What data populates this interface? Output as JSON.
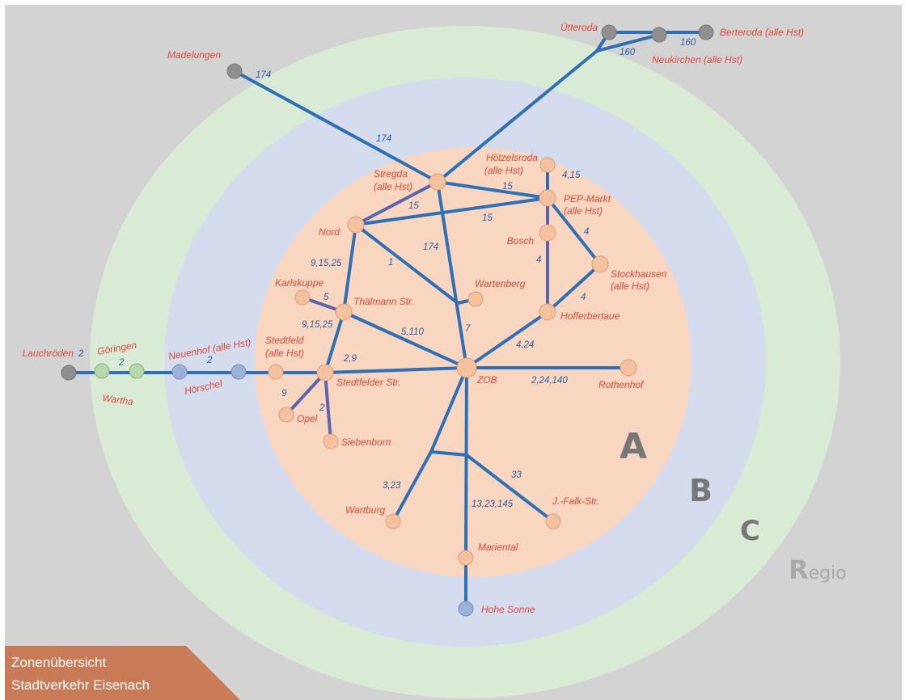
{
  "title": {
    "line1": "Zonenübersicht",
    "line2": "Stadtverkehr Eisenach",
    "color": "#c97b58"
  },
  "zones": [
    {
      "id": "A",
      "label": "A",
      "fill": "#f8d6bf"
    },
    {
      "id": "B",
      "label": "B",
      "fill": "#d4dcee"
    },
    {
      "id": "C",
      "label": "C",
      "fill": "#d9ebd4"
    },
    {
      "id": "Regio",
      "label_big": "R",
      "label_small": "egio",
      "fill": "#d3d3d3"
    }
  ],
  "station_colors": {
    "A": "#f5c19e",
    "B": "#9bb1d8",
    "C": "#b6d9ab",
    "Regio": "#8f8f8f"
  },
  "stations": {
    "madelungen": {
      "name": "Madelungen",
      "zone": "Regio"
    },
    "utteroda": {
      "name": "Ütteroda",
      "zone": "Regio"
    },
    "neukirchen": {
      "name": "Neukirchen (alle Hst)",
      "zone": "Regio"
    },
    "berteroda": {
      "name": "Berteroda (alle Hst)",
      "zone": "Regio"
    },
    "lauchroeden": {
      "name": "Lauchröden",
      "zone": "Regio"
    },
    "goringen": {
      "name": "Göringen",
      "zone": "C"
    },
    "wartha": {
      "name": "Wartha",
      "zone": "C"
    },
    "neuenhof": {
      "name": "Neuenhof (alle Hst)",
      "zone": "B"
    },
    "horschel": {
      "name": "Hörschel",
      "zone": "B"
    },
    "hohe_sonne": {
      "name": "Hohe Sonne",
      "zone": "B"
    },
    "hotzelsroda_1": {
      "name": "Hötzelsroda",
      "zone": "A"
    },
    "hotzelsroda_2": {
      "name": "(alle Hst)",
      "zone": "A"
    },
    "stregda_1": {
      "name": "Stregda",
      "zone": "A"
    },
    "stregda_2": {
      "name": "(alle Hst)",
      "zone": "A"
    },
    "pep_1": {
      "name": "PEP-Markt",
      "zone": "A"
    },
    "pep_2": {
      "name": "(alle Hst)",
      "zone": "A"
    },
    "nord": {
      "name": "Nord",
      "zone": "A"
    },
    "bosch": {
      "name": "Bosch",
      "zone": "A"
    },
    "stockhausen_1": {
      "name": "Stockhausen",
      "zone": "A"
    },
    "stockhausen_2": {
      "name": "(alle Hst)",
      "zone": "A"
    },
    "karlskuppe": {
      "name": "Karlskuppe",
      "zone": "A"
    },
    "thalmann": {
      "name": "Thälmann Str.",
      "zone": "A"
    },
    "wartenberg": {
      "name": "Wartenberg",
      "zone": "A"
    },
    "hofferbertaue": {
      "name": "Hofferbertaue",
      "zone": "A"
    },
    "stedtfeld_1": {
      "name": "Stedtfeld",
      "zone": "A"
    },
    "stedtfeld_2": {
      "name": "(alle Hst)",
      "zone": "A"
    },
    "stedtfelder": {
      "name": "Stedtfelder Str.",
      "zone": "A"
    },
    "zob": {
      "name": "ZOB",
      "zone": "A"
    },
    "rothenhof": {
      "name": "Rothenhof",
      "zone": "A"
    },
    "opel": {
      "name": "Opel",
      "zone": "A"
    },
    "siebenborn": {
      "name": "Siebenborn",
      "zone": "A"
    },
    "wartburg": {
      "name": "Wartburg",
      "zone": "A"
    },
    "falk": {
      "name": "J.-Falk-Str.",
      "zone": "A"
    },
    "mariental": {
      "name": "Mariental",
      "zone": "A"
    }
  },
  "line_labels": {
    "l174a": "174",
    "l160a": "160",
    "l160b": "160",
    "l174b": "174",
    "l415": "4,15",
    "l15a": "15",
    "l15b": "15",
    "l15c": "15",
    "l4a": "4",
    "l4b": "4",
    "l4c": "4",
    "l174c": "174",
    "l1": "1",
    "l91525a": "9,15,25",
    "l5": "5",
    "l91525b": "9,15,25",
    "l5110": "5,110",
    "l7": "7",
    "l424": "4,24",
    "l29": "2,9",
    "l224140": "2,24,140",
    "l2a": "2",
    "l2b": "2",
    "l2c": "2",
    "l9": "9",
    "l2d": "2",
    "l33": "33",
    "l323": "3,23",
    "l1323145": "13,23,145"
  }
}
